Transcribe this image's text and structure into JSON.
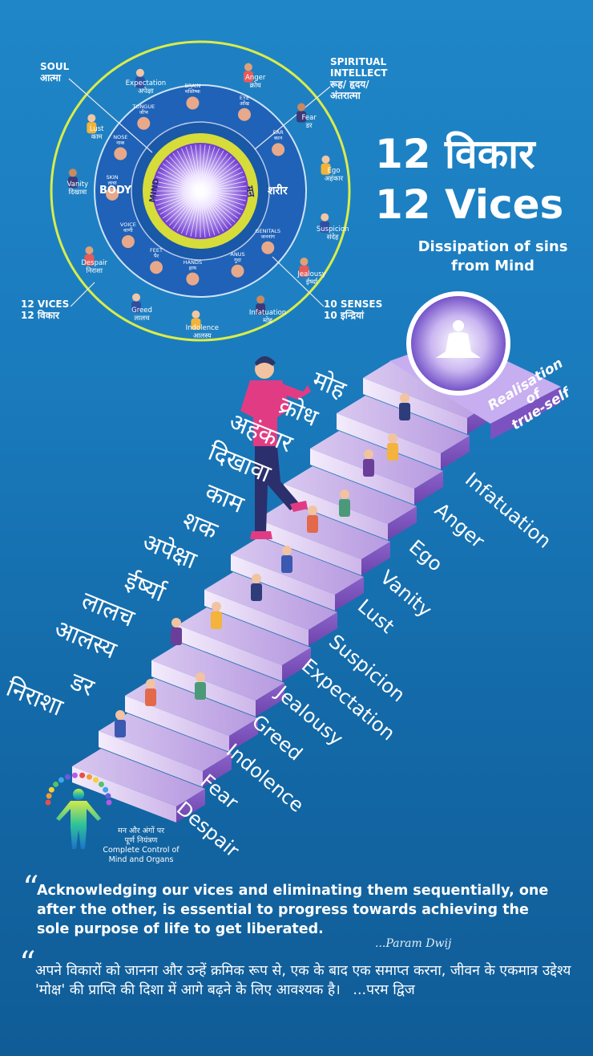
{
  "wheel": {
    "center_hindi": "मन",
    "center_english": "MIND",
    "left_label": "BODY",
    "right_label": "शरीर",
    "corner_labels": {
      "soul": [
        "SOUL",
        "आत्मा"
      ],
      "spiritual": [
        "SPIRITUAL",
        "INTELLECT",
        "रूह/ हृदय/",
        "अंतरात्मा"
      ],
      "vices": [
        "12 VICES",
        "12 विकार"
      ],
      "senses": [
        "10 SENSES",
        "10 इन्द्रियां"
      ]
    },
    "outer_vices": [
      {
        "en": "Expectation",
        "hi": "अपेक्षा"
      },
      {
        "en": "Anger",
        "hi": "क्रोध"
      },
      {
        "en": "Fear",
        "hi": "डर"
      },
      {
        "en": "Ego",
        "hi": "अहंकार"
      },
      {
        "en": "Suspicion",
        "hi": "संदेह"
      },
      {
        "en": "Jealousy",
        "hi": "ईर्ष्या"
      },
      {
        "en": "Infatuation",
        "hi": "मोह"
      },
      {
        "en": "Indolence",
        "hi": "आलस्य"
      },
      {
        "en": "Greed",
        "hi": "लालच"
      },
      {
        "en": "Despair",
        "hi": "निराशा"
      },
      {
        "en": "Vanity",
        "hi": "दिखावा"
      },
      {
        "en": "Lust",
        "hi": "काम"
      }
    ],
    "inner_senses": [
      {
        "en": "BRAIN",
        "hi": "मस्तिष्क"
      },
      {
        "en": "EYE",
        "hi": "आँख"
      },
      {
        "en": "EAR",
        "hi": "कान"
      },
      {
        "en": "TONGUE",
        "hi": "जीभ"
      },
      {
        "en": "NOSE",
        "hi": "नाक"
      },
      {
        "en": "SKIN",
        "hi": "त्वचा"
      },
      {
        "en": "HANDS",
        "hi": "हाथ"
      },
      {
        "en": "FEET",
        "hi": "पैर"
      },
      {
        "en": "ANUS",
        "hi": "गुदा"
      },
      {
        "en": "GENITALS",
        "hi": "जननांग"
      },
      {
        "en": "VOICE",
        "hi": "वाणी"
      }
    ]
  },
  "title": {
    "hindi": "12 विकार",
    "english": "12 Vices",
    "subtitle_line1": "Dissipation of sins",
    "subtitle_line2": "from Mind"
  },
  "summit": {
    "line1": "Realisation",
    "line2": "of",
    "line3": "true-self"
  },
  "steps_hindi": [
    "मोह",
    "क्रोध",
    "अहंकार",
    "दिखावा",
    "काम",
    "शक",
    "अपेक्षा",
    "ईर्ष्या",
    "लालच",
    "आलस्य",
    "डर",
    "निराशा"
  ],
  "steps_english": [
    "Infatuation",
    "Anger",
    "Ego",
    "Vanity",
    "Lust",
    "Suspicion",
    "Expectation",
    "Jealousy",
    "Greed",
    "Indolence",
    "Fear",
    "Despair"
  ],
  "control": {
    "hindi_line1": "मन और अंगों पर",
    "hindi_line2": "पूर्ण नियंत्रण",
    "english_line1": "Complete Control of",
    "english_line2": "Mind and Organs"
  },
  "quotes": {
    "english": "Acknowledging our vices and eliminating them sequentially, one after the other, is essential to progress towards achieving the sole purpose of life to get liberated.",
    "english_signature": "...Param Dwij",
    "hindi": "अपने विकारों को जानना और उन्हें क्रमिक रूप से, एक के बाद एक समाप्त करना, जीवन के एकमात्र उद्देश्य 'मोक्ष' की प्राप्ति की दिशा में आगे बढ़ने के लिए आवश्यक है।",
    "hindi_signature": "...परम द्विज"
  }
}
